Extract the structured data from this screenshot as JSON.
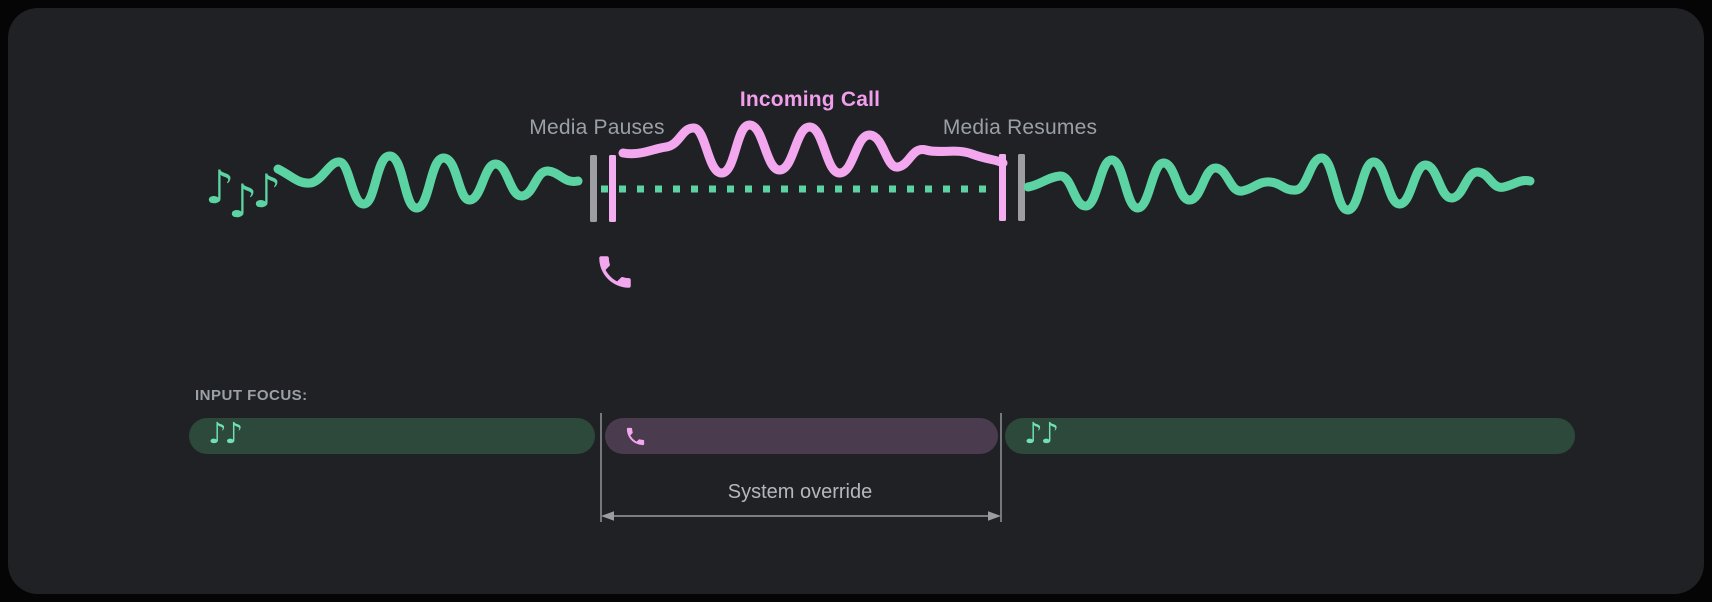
{
  "colors": {
    "page_bg": "#050505",
    "card_bg": "#202124",
    "media_green": "#5cd3a2",
    "media_green_icon": "#70e1b4",
    "media_focus_bar_bg": "#2d493b",
    "call_pink": "#f2a7ee",
    "incoming_call_text": "#f19fed",
    "call_focus_bar_bg": "#4a3c4e",
    "marker_gray": "#9e9ea2",
    "label_gray": "#9aa0a6",
    "override_text_gray": "#b4b8bc",
    "arrow_gray": "#9a9da1"
  },
  "waveform": {
    "media_pauses_label": "Media Pauses",
    "incoming_call_label": "Incoming Call",
    "media_resumes_label": "Media Resumes",
    "music_note_glyph": "♪",
    "icons": {
      "media": "music-notes-icon",
      "call": "phone-icon"
    }
  },
  "input_focus": {
    "heading": "INPUT FOCUS:",
    "system_override_label": "System override",
    "music_notes_glyph": "♪♪",
    "bars": [
      {
        "type": "media",
        "icon": "music-notes-icon"
      },
      {
        "type": "call",
        "icon": "phone-icon"
      },
      {
        "type": "media",
        "icon": "music-notes-icon"
      }
    ]
  }
}
